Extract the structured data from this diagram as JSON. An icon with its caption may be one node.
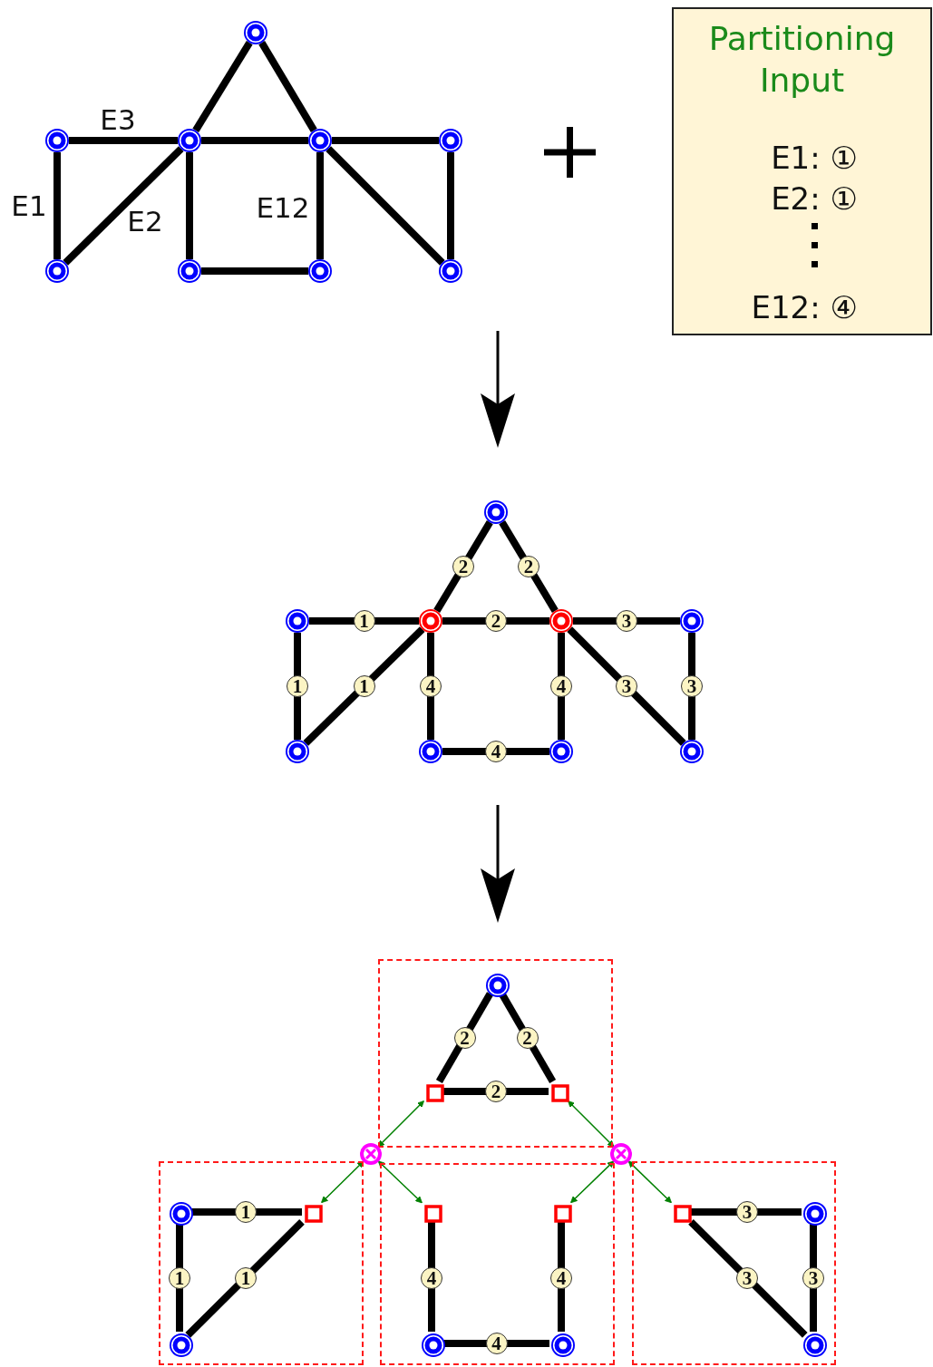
{
  "diagram": {
    "nodes": [
      {
        "text": [],
        "shape": "circle"
      },
      {
        "text": [],
        "shape": "circle"
      },
      {
        "text": [],
        "shape": "circle"
      },
      {
        "text": [],
        "shape": "circle"
      },
      {
        "text": [],
        "shape": "circle"
      },
      {
        "text": [],
        "shape": "circle"
      },
      {
        "text": [],
        "shape": "circle"
      },
      {
        "text": [],
        "shape": "circle"
      },
      {
        "text": [],
        "shape": "circle"
      },
      {
        "text": [
          "Partitioning Input",
          "E1: ①",
          "E2: ①",
          "E12: ④"
        ]
      },
      {
        "text": [],
        "shape": "circle"
      },
      {
        "text": [],
        "shape": "circle"
      },
      {
        "text": [],
        "shape": "circle"
      },
      {
        "text": [],
        "shape": "circle"
      },
      {
        "text": [],
        "shape": "circle"
      },
      {
        "text": [],
        "shape": "circle"
      },
      {
        "text": [],
        "shape": "circle"
      },
      {
        "text": [],
        "shape": "circle"
      },
      {
        "text": [],
        "shape": "circle"
      },
      {
        "text": [],
        "shape": "box"
      },
      {
        "text": [],
        "shape": "circle",
        "in": 19
      },
      {
        "text": [],
        "shape": "square",
        "in": 19
      },
      {
        "text": [],
        "shape": "square",
        "in": 19
      },
      {
        "text": [],
        "shape": "crossed-circle"
      },
      {
        "text": [],
        "shape": "crossed-circle"
      },
      {
        "text": [],
        "shape": "box"
      },
      {
        "text": [],
        "shape": "circle",
        "in": 25
      },
      {
        "text": [],
        "shape": "square",
        "in": 25
      },
      {
        "text": [],
        "shape": "circle",
        "in": 25
      },
      {
        "text": [],
        "shape": "box"
      },
      {
        "text": [],
        "shape": "square",
        "in": 29
      },
      {
        "text": [],
        "shape": "square",
        "in": 29
      },
      {
        "text": [],
        "shape": "circle",
        "in": 29
      },
      {
        "text": [],
        "shape": "circle",
        "in": 29
      },
      {
        "text": [],
        "shape": "box"
      },
      {
        "text": [],
        "shape": "square",
        "in": 34
      },
      {
        "text": [],
        "shape": "circle",
        "in": 34
      },
      {
        "text": [],
        "shape": "circle",
        "in": 34
      }
    ],
    "edges": [
      {
        "from": 1,
        "to": 5,
        "arrow": "none",
        "label": "E1"
      },
      {
        "from": 5,
        "to": 2,
        "arrow": "none",
        "label": "E2"
      },
      {
        "from": 1,
        "to": 2,
        "arrow": "none",
        "label": "E3"
      },
      {
        "from": 0,
        "to": 2,
        "arrow": "none"
      },
      {
        "from": 0,
        "to": 3,
        "arrow": "none"
      },
      {
        "from": 2,
        "to": 3,
        "arrow": "none"
      },
      {
        "from": 2,
        "to": 6,
        "arrow": "none"
      },
      {
        "from": 3,
        "to": 7,
        "arrow": "none",
        "label": "E12"
      },
      {
        "from": 6,
        "to": 7,
        "arrow": "none"
      },
      {
        "from": 3,
        "to": 4,
        "arrow": "none"
      },
      {
        "from": 3,
        "to": 8,
        "arrow": "none"
      },
      {
        "from": 4,
        "to": 8,
        "arrow": "none"
      },
      {
        "from": 11,
        "to": 12,
        "arrow": "none",
        "label": "1"
      },
      {
        "from": 11,
        "to": 15,
        "arrow": "none",
        "label": "1"
      },
      {
        "from": 15,
        "to": 12,
        "arrow": "none",
        "label": "1"
      },
      {
        "from": 10,
        "to": 12,
        "arrow": "none",
        "label": "2"
      },
      {
        "from": 10,
        "to": 13,
        "arrow": "none",
        "label": "2"
      },
      {
        "from": 12,
        "to": 13,
        "arrow": "none",
        "label": "2"
      },
      {
        "from": 12,
        "to": 16,
        "arrow": "none",
        "label": "4"
      },
      {
        "from": 13,
        "to": 17,
        "arrow": "none",
        "label": "4"
      },
      {
        "from": 16,
        "to": 17,
        "arrow": "none",
        "label": "4"
      },
      {
        "from": 13,
        "to": 14,
        "arrow": "none",
        "label": "3"
      },
      {
        "from": 13,
        "to": 18,
        "arrow": "none",
        "label": "3"
      },
      {
        "from": 14,
        "to": 18,
        "arrow": "none",
        "label": "3"
      },
      {
        "from": 20,
        "to": 21,
        "arrow": "none",
        "label": "2"
      },
      {
        "from": 20,
        "to": 22,
        "arrow": "none",
        "label": "2"
      },
      {
        "from": 21,
        "to": 22,
        "arrow": "none",
        "label": "2"
      },
      {
        "from": 26,
        "to": 27,
        "arrow": "none",
        "label": "1"
      },
      {
        "from": 26,
        "to": 28,
        "arrow": "none",
        "label": "1"
      },
      {
        "from": 28,
        "to": 27,
        "arrow": "none",
        "label": "1"
      },
      {
        "from": 30,
        "to": 32,
        "arrow": "none",
        "label": "4"
      },
      {
        "from": 31,
        "to": 33,
        "arrow": "none",
        "label": "4"
      },
      {
        "from": 32,
        "to": 33,
        "arrow": "none",
        "label": "4"
      },
      {
        "from": 35,
        "to": 36,
        "arrow": "none",
        "label": "3"
      },
      {
        "from": 36,
        "to": 37,
        "arrow": "none",
        "label": "3"
      },
      {
        "from": 35,
        "to": 37,
        "arrow": "none",
        "label": "3"
      },
      {
        "from": 23,
        "to": 21,
        "arrow": "both",
        "color": "#008000"
      },
      {
        "from": 23,
        "to": 27,
        "arrow": "both",
        "color": "#008000"
      },
      {
        "from": 23,
        "to": 30,
        "arrow": "both",
        "color": "#008000"
      },
      {
        "from": 24,
        "to": 22,
        "arrow": "both",
        "color": "#008000"
      },
      {
        "from": 24,
        "to": 31,
        "arrow": "both",
        "color": "#008000"
      },
      {
        "from": 24,
        "to": 35,
        "arrow": "both",
        "color": "#008000"
      }
    ]
  }
}
